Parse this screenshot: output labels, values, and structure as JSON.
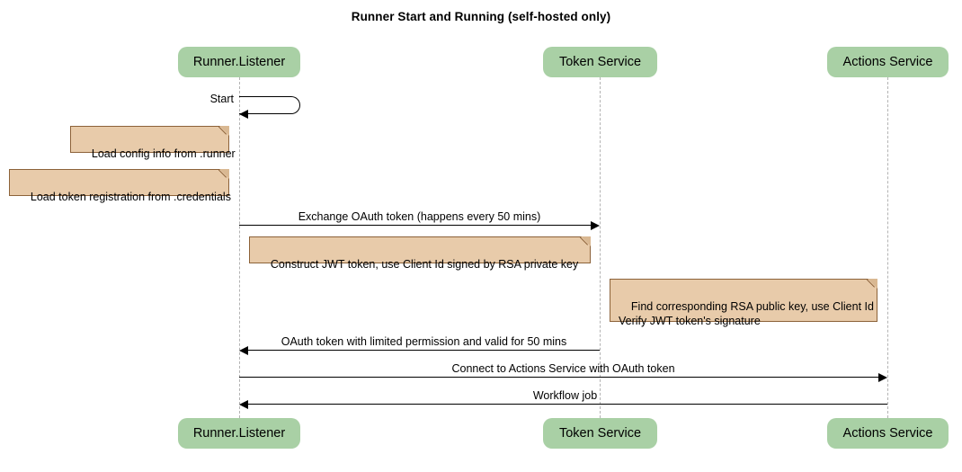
{
  "diagram": {
    "title": "Runner Start and Running (self-hosted only)",
    "type": "sequence-diagram",
    "colors": {
      "participant_fill": "#a9d0a5",
      "note_fill": "#e8cbaa",
      "note_border": "#8c6239",
      "lifeline": "#b3b3b3",
      "arrow": "#000000",
      "background": "#ffffff"
    }
  },
  "participants": [
    {
      "id": "runner",
      "label": "Runner.Listener"
    },
    {
      "id": "token",
      "label": "Token Service"
    },
    {
      "id": "actions",
      "label": "Actions Service"
    }
  ],
  "messages": [
    {
      "id": "start",
      "label": "Start",
      "from": "runner",
      "to": "runner",
      "kind": "self-loop",
      "direction": "left"
    },
    {
      "id": "exchange-oauth-token",
      "label": "Exchange OAuth token (happens every 50 mins)",
      "from": "runner",
      "to": "token",
      "kind": "solid",
      "direction": "right"
    },
    {
      "id": "oauth-token-response",
      "label": "OAuth token with limited permission and valid for 50 mins",
      "from": "token",
      "to": "runner",
      "kind": "solid",
      "direction": "left"
    },
    {
      "id": "connect-actions-service",
      "label": "Connect to Actions Service with OAuth token",
      "from": "runner",
      "to": "actions",
      "kind": "solid",
      "direction": "right"
    },
    {
      "id": "workflow-job",
      "label": "Workflow job",
      "from": "actions",
      "to": "runner",
      "kind": "solid",
      "direction": "left"
    }
  ],
  "notes": [
    {
      "id": "note-load-config",
      "text": "Load config info from .runner",
      "attached_to": "runner"
    },
    {
      "id": "note-load-token-registration",
      "text": "Load token registration from .credentials",
      "attached_to": "runner"
    },
    {
      "id": "note-construct-jwt",
      "text": "Construct JWT token, use Client Id signed by RSA private key",
      "attached_to": "runner"
    },
    {
      "id": "note-verify-jwt",
      "text": "Find corresponding RSA public key, use Client Id\nVerify JWT token's signature",
      "attached_to": "token"
    }
  ]
}
